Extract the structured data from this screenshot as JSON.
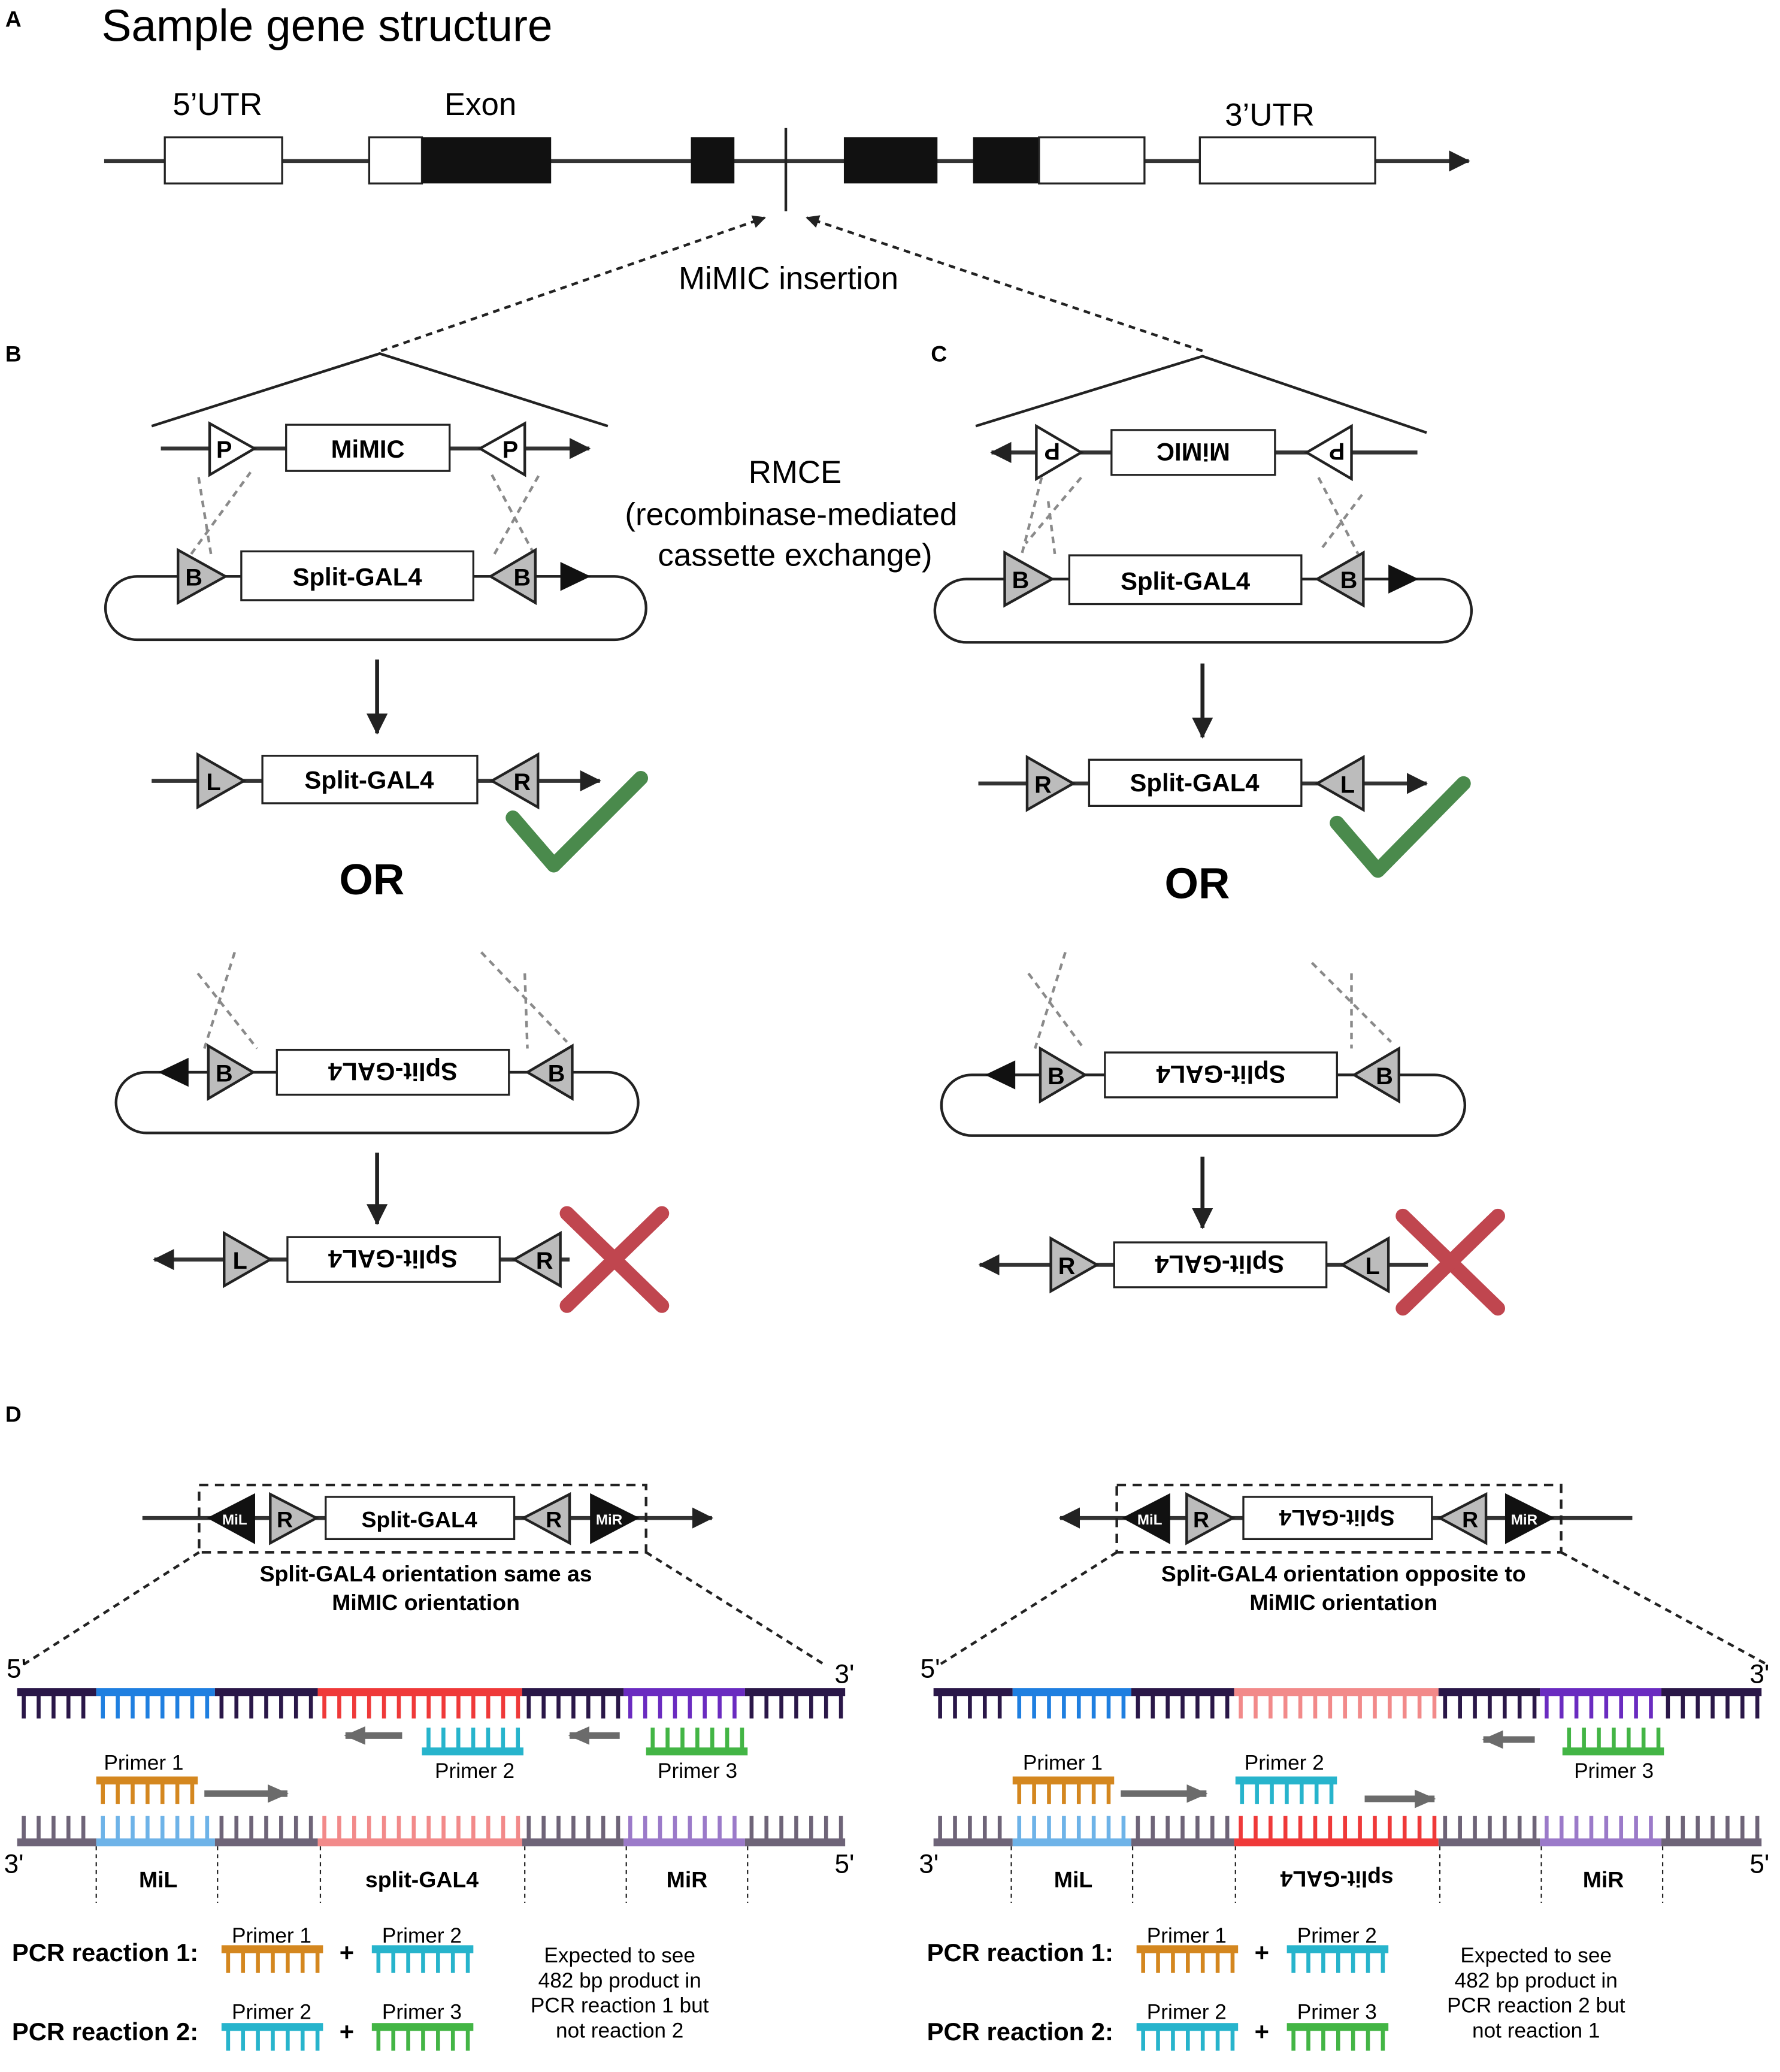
{
  "panel_a": {
    "letter": "A",
    "title": "Sample gene structure",
    "utr5": "5’UTR",
    "exon": "Exon",
    "utr3": "3’UTR",
    "insertion": "MiMIC insertion"
  },
  "panel_b": {
    "letter": "B"
  },
  "panel_c": {
    "letter": "C"
  },
  "rmce": {
    "line1": "RMCE",
    "line2": "(recombinase-mediated",
    "line3": "cassette exchange)"
  },
  "cassettes": {
    "mimic": "MiMIC",
    "split_gal4": "Split-GAL4",
    "p": "P",
    "b": "B",
    "l": "L",
    "r": "R",
    "or": "OR"
  },
  "panel_d": {
    "letter": "D",
    "mil": "MiL",
    "mir": "MiR",
    "r": "R",
    "split_gal4": "Split-GAL4",
    "left_caption_1": "Split-GAL4 orientation same as",
    "left_caption_2": "MiMIC orientation",
    "right_caption_1": "Split-GAL4 orientation opposite to",
    "right_caption_2": "MiMIC orientation",
    "end5": "5'",
    "end3": "3'",
    "primer1": "Primer 1",
    "primer2": "Primer 2",
    "primer3": "Primer 3",
    "region_mil": "MiL",
    "region_split": "split-GAL4",
    "region_mir": "MiR",
    "pcr1": "PCR reaction 1:",
    "pcr2": "PCR reaction 2:",
    "plus": "+",
    "left_expected": [
      "Expected to see",
      "482 bp product in",
      "PCR reaction 1 but",
      "not reaction 2"
    ],
    "right_expected": [
      "Expected to see",
      "482 bp product in",
      "PCR reaction 2 but",
      "not reaction 1"
    ]
  },
  "colors": {
    "check": "#4a8a4c",
    "cross": "#c0464f",
    "primer1": "#d4871f",
    "primer2": "#27b4cc",
    "primer3": "#43b545",
    "strand_dark": "#2a1748",
    "mil_dark": "#1f7fe0",
    "split_dark": "#ef3939",
    "mir_dark": "#6a2bc0",
    "strand_light": "#6e6478",
    "mil_light": "#6eb3e8",
    "split_light": "#f28a8a",
    "mir_light": "#9b7ac9"
  }
}
